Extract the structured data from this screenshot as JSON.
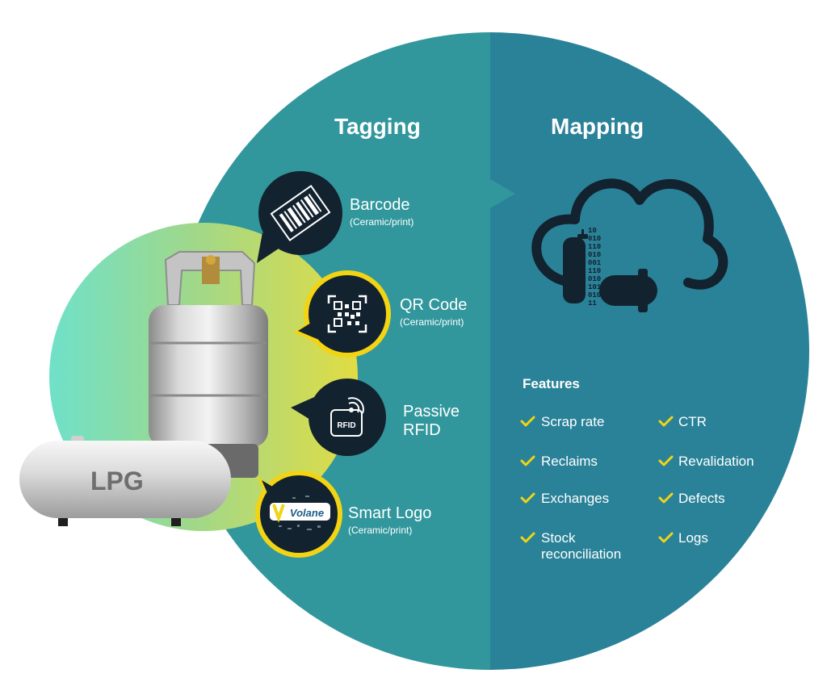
{
  "headings": {
    "tagging": "Tagging",
    "mapping": "Mapping"
  },
  "tags": [
    {
      "name": "barcode",
      "title": "Barcode",
      "subtitle": "(Ceramic/print)",
      "icon": "barcode-icon"
    },
    {
      "name": "qr-code",
      "title": "QR Code",
      "subtitle": "(Ceramic/print)",
      "icon": "qr-code-icon"
    },
    {
      "name": "passive-rfid",
      "title_line1": "Passive",
      "title_line2": "RFID",
      "icon": "rfid-icon",
      "icon_label": "RFID"
    },
    {
      "name": "smart-logo",
      "title": "Smart Logo",
      "subtitle": "(Ceramic/print)",
      "icon": "volane-logo-icon",
      "icon_label": "Volane"
    }
  ],
  "cloud": {
    "icon": "cloud-data-icon",
    "binary_lines": [
      "10",
      "010",
      "110",
      "010",
      "001",
      "110",
      "010",
      "101",
      "010",
      "11"
    ]
  },
  "features": {
    "title": "Features",
    "left": [
      "Scrap rate",
      "Reclaims",
      "Exchanges",
      "Stock",
      "reconciliation"
    ],
    "right": [
      "CTR",
      "Revalidation",
      "Defects",
      "Logs"
    ]
  },
  "tank": {
    "label": "LPG"
  },
  "colors": {
    "tagging_teal": "#31979c",
    "mapping_blue": "#2a8298",
    "bubble_dark": "#13222f",
    "accent_yellow": "#f2d414",
    "glow_green": "#9ed88c",
    "glow_yellow": "#e1dc44",
    "glow_aqua": "#6fe1c9"
  }
}
